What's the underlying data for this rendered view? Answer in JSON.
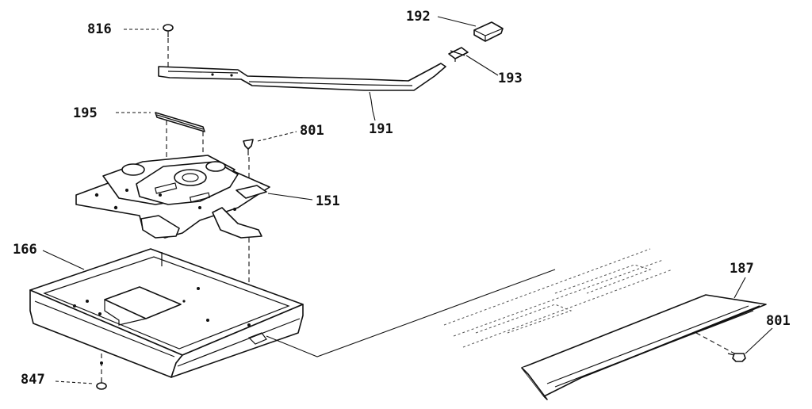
{
  "diagram": {
    "part_labels": {
      "p816": "816",
      "p192": "192",
      "p193": "193",
      "p195": "195",
      "p191": "191",
      "p801_top": "801",
      "p151": "151",
      "p166": "166",
      "p187": "187",
      "p801_right": "801",
      "p847": "847"
    }
  }
}
